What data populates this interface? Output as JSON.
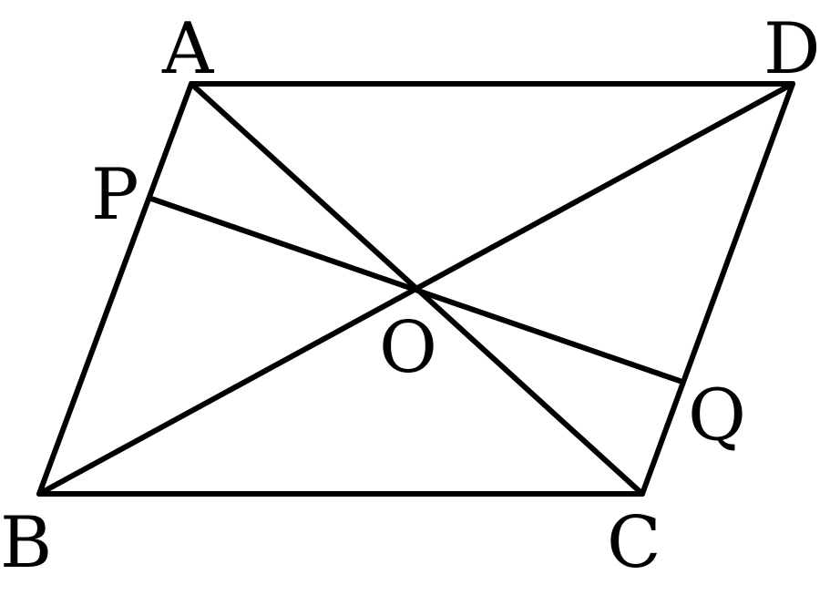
{
  "figure": {
    "labels": {
      "A": "A",
      "B": "B",
      "C": "C",
      "D": "D",
      "O": "O",
      "P": "P",
      "Q": "Q"
    },
    "line_color": "#000000",
    "background_color": "#ffffff"
  }
}
